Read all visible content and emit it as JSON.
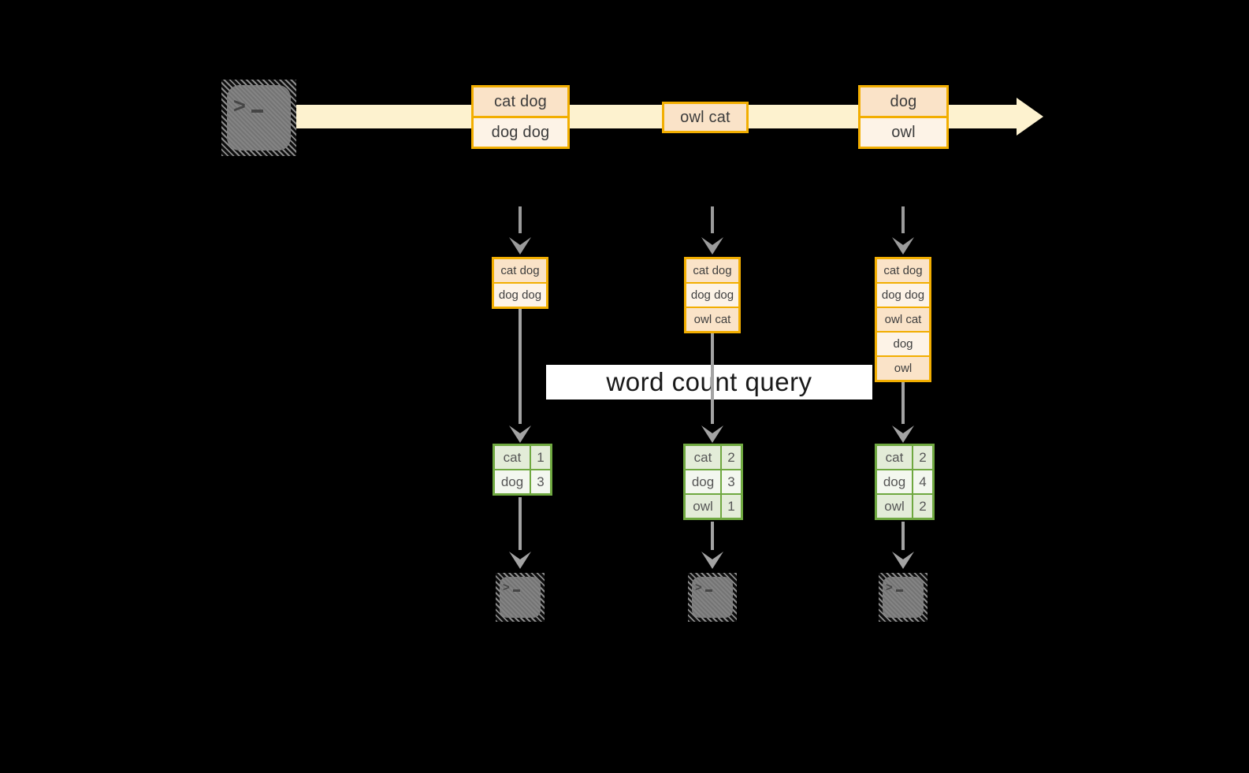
{
  "colors": {
    "background": "#000000",
    "stream_arrow": "#fdf2cf",
    "event_border": "#f2ae01",
    "event_fill_dark": "#fae3c8",
    "event_fill_light": "#fdf3e7",
    "table_border": "#6fa840",
    "table_fill_dark": "#e3ecd8",
    "table_fill_light": "#f3f7ef",
    "arrow_gray": "#a3a3a3",
    "banner_bg": "#ffffff",
    "terminal_gray": "#7d7d7d"
  },
  "icons": {
    "terminal": "terminal-icon",
    "prompt": ">"
  },
  "query_label": "word count query",
  "timeline": {
    "events": [
      {
        "lines": [
          "cat dog",
          "dog dog"
        ]
      },
      {
        "lines": [
          "owl cat"
        ]
      },
      {
        "lines": [
          "dog",
          "owl"
        ]
      }
    ]
  },
  "columns": [
    {
      "buffer": [
        "cat dog",
        "dog dog"
      ],
      "counts": [
        {
          "word": "cat",
          "count": "1"
        },
        {
          "word": "dog",
          "count": "3"
        }
      ]
    },
    {
      "buffer": [
        "cat dog",
        "dog dog",
        "owl cat"
      ],
      "counts": [
        {
          "word": "cat",
          "count": "2"
        },
        {
          "word": "dog",
          "count": "3"
        },
        {
          "word": "owl",
          "count": "1"
        }
      ]
    },
    {
      "buffer": [
        "cat dog",
        "dog dog",
        "owl cat",
        "dog",
        "owl"
      ],
      "counts": [
        {
          "word": "cat",
          "count": "2"
        },
        {
          "word": "dog",
          "count": "4"
        },
        {
          "word": "owl",
          "count": "2"
        }
      ]
    }
  ]
}
